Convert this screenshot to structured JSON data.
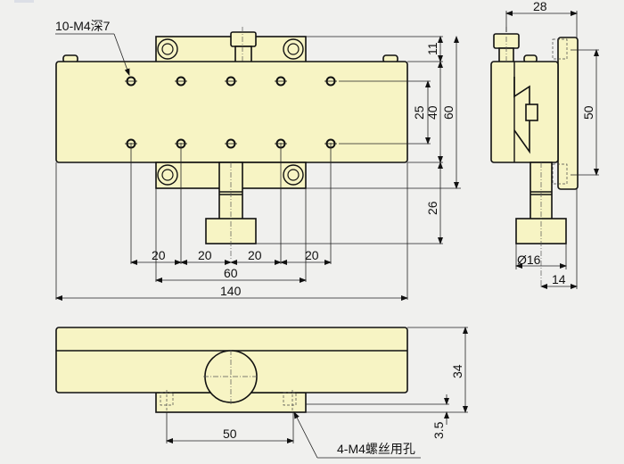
{
  "drawing": {
    "callouts": {
      "tapped_holes": "10-M4深7",
      "screw_holes": "4-M4螺丝用孔"
    },
    "top_view": {
      "dims": {
        "hole_pitch_1": "20",
        "hole_pitch_2": "20",
        "hole_pitch_3": "20",
        "hole_pitch_4": "20",
        "mount_spacing": "60",
        "overall_width": "140",
        "knob_offset_top": "11",
        "hole_row_spacing": "25",
        "stage_height": "40",
        "overall_height": "60",
        "knob_extension": "26"
      }
    },
    "side_view": {
      "dims": {
        "depth": "28",
        "plate_height": "50",
        "knob_diameter": "Ø16",
        "knob_offset": "14"
      }
    },
    "front_view": {
      "dims": {
        "mount_hole_spacing": "50",
        "total_height": "34",
        "base_thickness": "3.5"
      }
    },
    "colors": {
      "part_fill": "#f7f4c4",
      "background": "#f0f0ee"
    }
  }
}
